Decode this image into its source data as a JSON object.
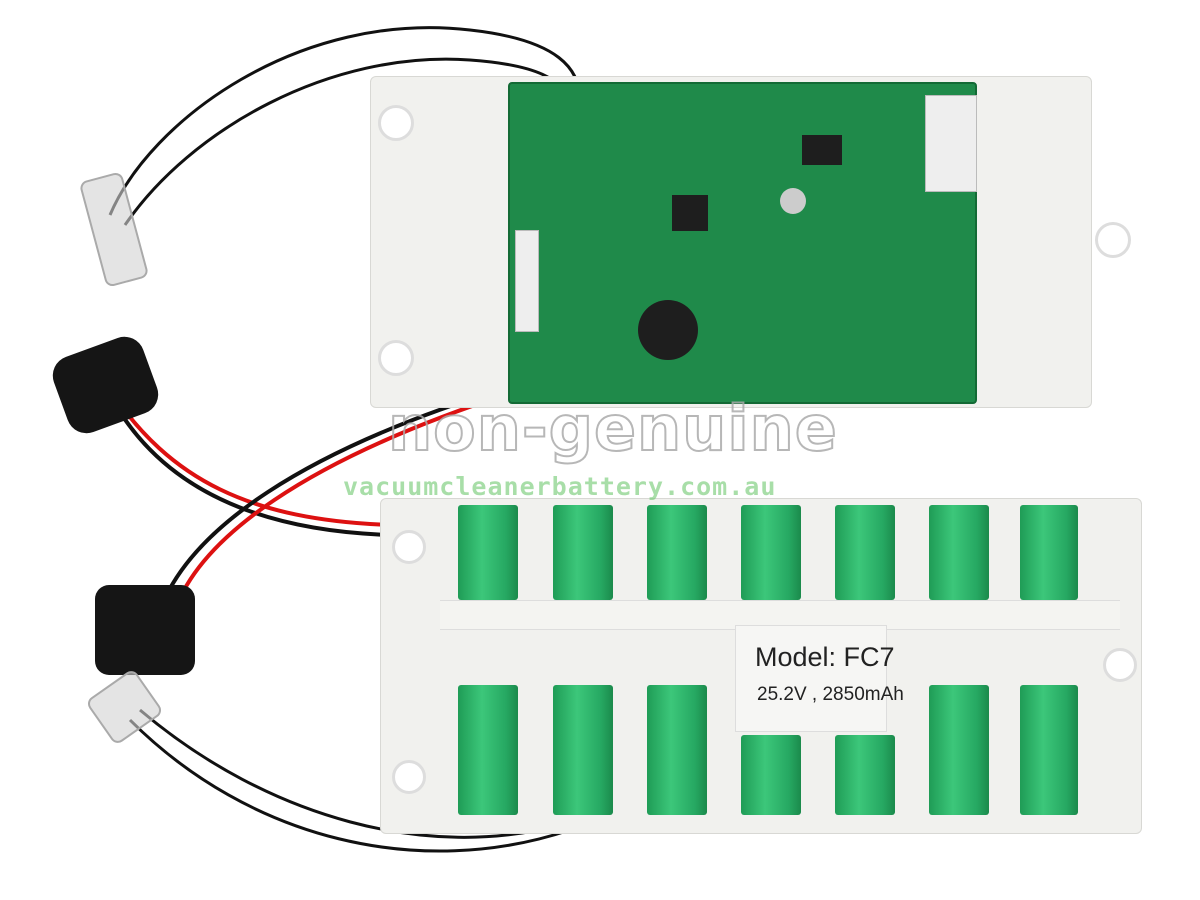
{
  "product_label": {
    "model": "Model:  FC7",
    "spec": "25.2V , 2850mAh"
  },
  "watermark": {
    "line1": "non-genuine",
    "line2": "vacuumcleanerbattery.com.au"
  },
  "colors": {
    "pcb": "#1f8a4a",
    "cell": "#2db86b",
    "housing": "#f1f1ee"
  }
}
